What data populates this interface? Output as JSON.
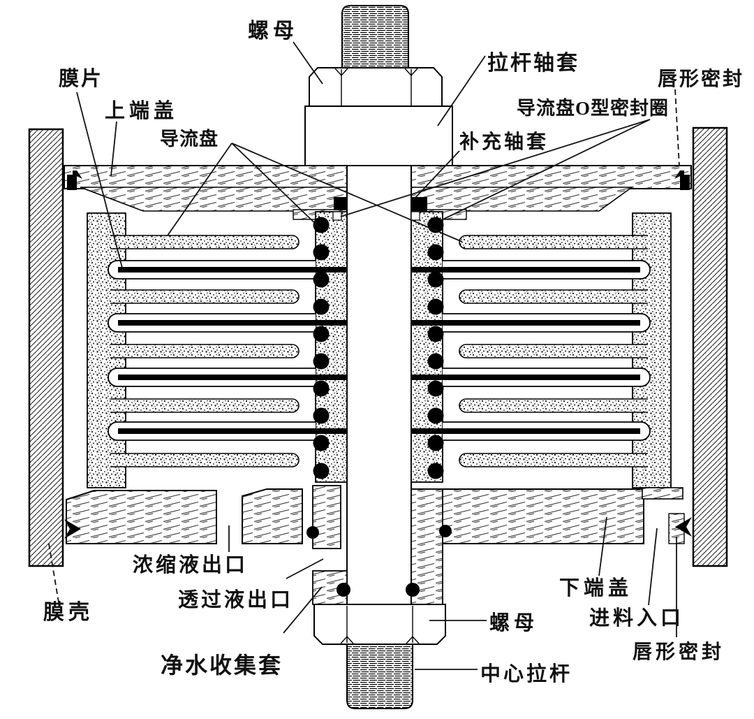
{
  "labels": {
    "nut_top": "螺母",
    "tie_rod_sleeve": "拉杆轴套",
    "lip_seal_top": "唇形密封",
    "guide_disc_oring": "导流盘O型密封圈",
    "supplementary_sleeve": "补充轴套",
    "membrane": "膜片",
    "upper_end_cap": "上端盖",
    "guide_disc": "导流盘",
    "membrane_shell": "膜壳",
    "concentrate_outlet": "浓缩液出口",
    "permeate_outlet": "透过液出口",
    "clean_water_collection_sleeve": "净水收集套",
    "lower_end_cap": "下端盖",
    "feed_inlet": "进料入口",
    "lip_seal_bottom": "唇形密封",
    "nut_bottom": "螺母",
    "center_tie_rod": "中心拉杆"
  },
  "colors": {
    "line": "#111111",
    "background": "#ffffff",
    "fill": "#000000"
  }
}
